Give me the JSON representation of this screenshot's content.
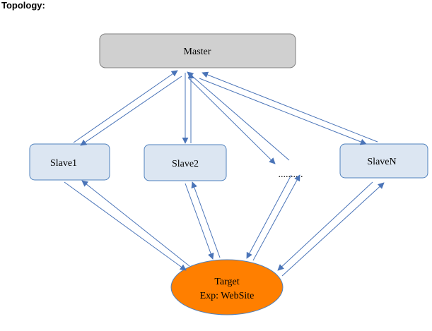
{
  "heading": "Topology:",
  "nodes": {
    "master": "Master",
    "slave1": "Slave1",
    "slave2": "Slave2",
    "ellipsis": "..........",
    "slaveN": "SlaveN",
    "target_line1": "Target",
    "target_line2": "Exp: WebSite"
  },
  "colors": {
    "master_fill": "#d0d0d0",
    "slave_fill": "#dce6f2",
    "slave_stroke": "#4f81bd",
    "target_fill": "#ff7f00",
    "arrow": "#4a74b8"
  }
}
